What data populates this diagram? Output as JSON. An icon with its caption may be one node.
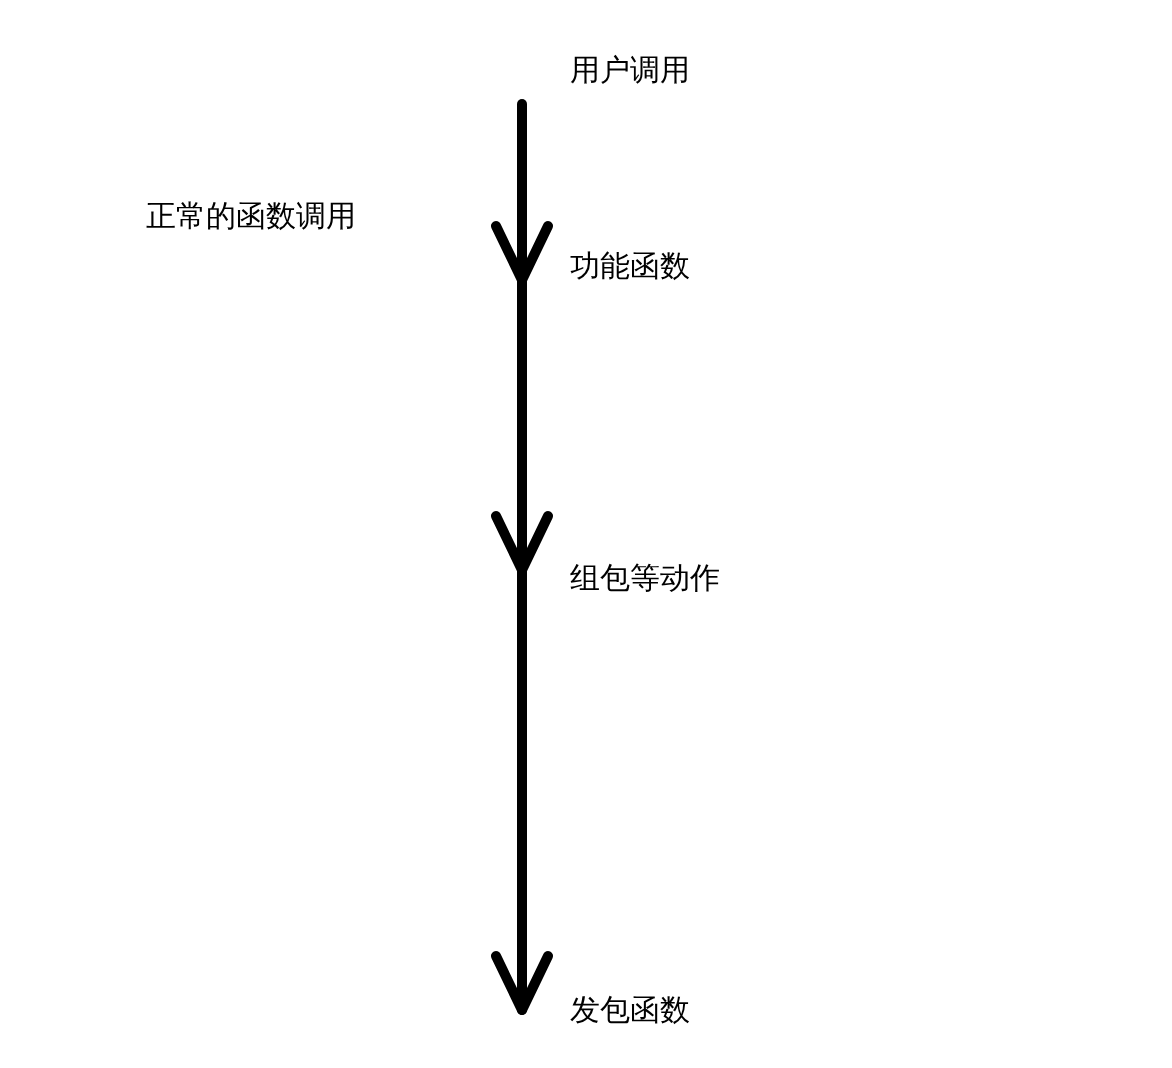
{
  "diagram": {
    "title": "正常的函数调用",
    "nodes": [
      {
        "text": [
          "用户调用"
        ]
      },
      {
        "text": [
          "功能函数"
        ]
      },
      {
        "text": [
          "组包等动作"
        ]
      },
      {
        "text": [
          "发包函数"
        ]
      }
    ],
    "edges": [
      {
        "from": 0,
        "to": 1,
        "arrow": "to"
      },
      {
        "from": 1,
        "to": 2,
        "arrow": "to"
      },
      {
        "from": 2,
        "to": 3,
        "arrow": "to"
      }
    ]
  }
}
